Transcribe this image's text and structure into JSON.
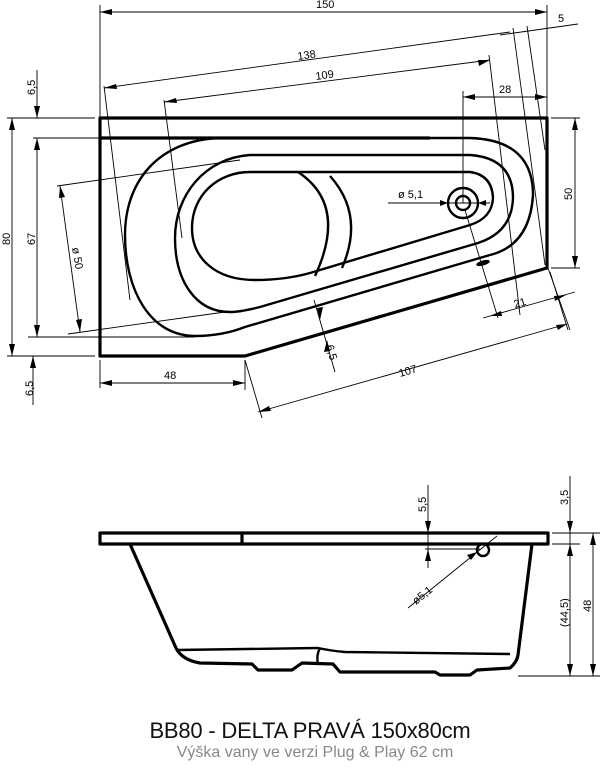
{
  "drawing": {
    "product_code": "BB80",
    "model_name": "DELTA PRAVÁ",
    "title": "BB80 - DELTA PRAVÁ 150x80cm",
    "subtitle": "Výška vany ve verzi Plug & Play 62 cm",
    "units": "cm"
  },
  "top_view": {
    "dimensions": {
      "overall_length": "150",
      "offset_right": "5",
      "diagonal_outer": "138",
      "diagonal_inner": "109",
      "drain_offset": "28",
      "rim_top": "6,5",
      "overall_width": "80",
      "inner_width": "67",
      "basin_diameter": "ø 50",
      "drain_diameter": "ø 5,1",
      "right_side_height": "50",
      "rim_side": "21",
      "rim_slant": "6,5",
      "front_left_length": "48",
      "front_slant_length": "107",
      "rim_bottom": "6,5"
    }
  },
  "side_view": {
    "dimensions": {
      "overflow_offset": "5,5",
      "rim_thickness": "3,5",
      "overflow_diameter": "ø5,1",
      "basin_depth": "(44,5)",
      "total_height": "48"
    }
  }
}
